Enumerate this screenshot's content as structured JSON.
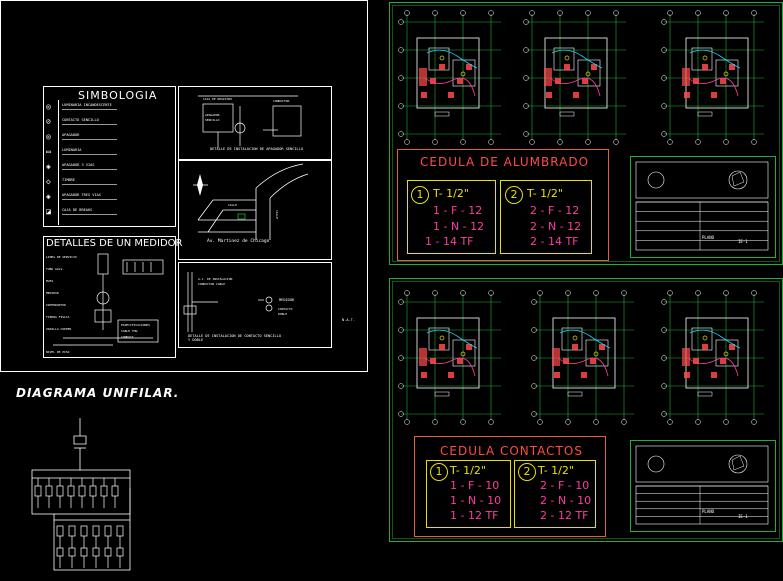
{
  "colors": {
    "green": "#1fae3a",
    "white": "#ffffff",
    "yellow": "#e8e000",
    "red": "#ff4a4a",
    "magenta": "#ff3ca0",
    "cyan": "#19d4ff"
  },
  "simbologia": {
    "title": "SIMBOLOGIA",
    "items": [
      "LUMINARIA INCANDESCENTE",
      "CONTACTO SENCILLO",
      "APAGADOR",
      "LUMINARIA",
      "APAGADOR 3 VIAS",
      "TIMBRE",
      "APAGADOR TRES VIAS",
      "CAJA DE BREAKS"
    ]
  },
  "medidor": {
    "title": "DETALLES DE UN MEDIDOR"
  },
  "detalle_apagador": {
    "label": "DETALLE DE INSTALACION DE APAGADOR SENCILLO"
  },
  "croquis": {
    "street": "Av. Martinez de Chicago"
  },
  "detalle_contacto": {
    "label": "DETALLE DE INSTALACION DE CONTACTO SENCILLO Y DOBLE",
    "note": "N.A.T.",
    "legend": "MEDIDOR"
  },
  "diagrama": {
    "title": "DIAGRAMA UNIFILAR."
  },
  "alumbrado": {
    "title": "CEDULA DE ALUMBRADO",
    "c1": {
      "num": "1",
      "lines": [
        "T- 1/2\"",
        "1 - F - 12",
        "1 - N - 12",
        "1 - 14 TF"
      ]
    },
    "c2": {
      "num": "2",
      "lines": [
        "T- 1/2\"",
        "2 - F - 12",
        "2 - N - 12",
        "2 - 14 TF"
      ]
    }
  },
  "contactos": {
    "title": "CEDULA CONTACTOS",
    "c1": {
      "num": "1",
      "lines": [
        "T- 1/2\"",
        "1 - F - 10",
        "1 - N - 10",
        "1 - 12 TF"
      ]
    },
    "c2": {
      "num": "2",
      "lines": [
        "T- 1/2\"",
        "2 - F - 10",
        "2 - N - 10",
        "2 - 12 TF"
      ]
    }
  },
  "titleblock": {
    "plano": "PLANO",
    "no": "IE-1"
  }
}
